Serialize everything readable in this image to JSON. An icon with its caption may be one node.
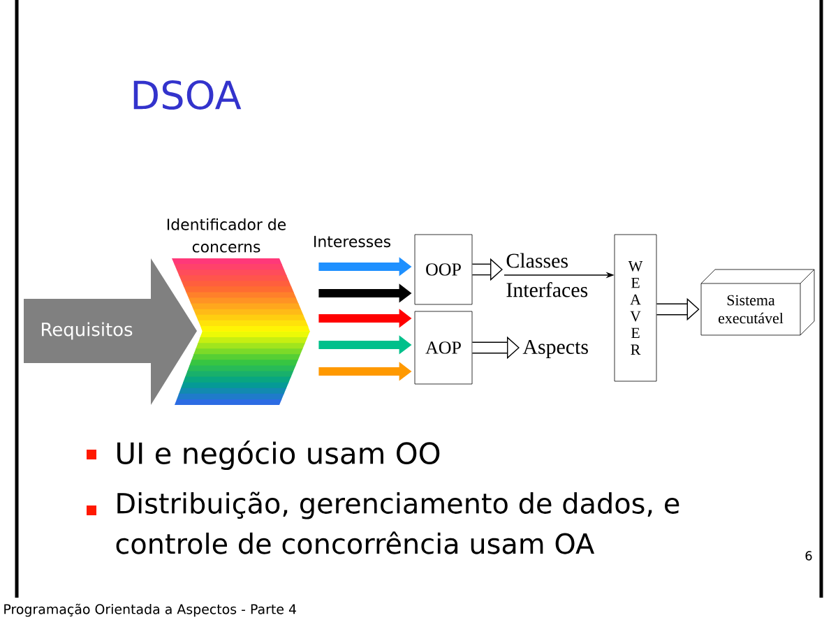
{
  "diagram": {
    "title": "DSOA",
    "nodes": [
      {
        "text": [
          "Requisitos"
        ]
      },
      {
        "text": [
          "Identificador de concerns"
        ]
      },
      {
        "text": [
          "OOP"
        ]
      },
      {
        "text": [
          "AOP"
        ]
      },
      {
        "text": [
          "W E A V E R"
        ]
      },
      {
        "text": [
          "Sistema executável"
        ]
      },
      {
        "text": [
          "Classes",
          "Interfaces"
        ]
      },
      {
        "text": [
          "Aspects"
        ]
      }
    ],
    "edges": [
      {
        "from": 1,
        "to": 2,
        "arrow": "to",
        "color": "#1e90ff"
      },
      {
        "from": 1,
        "to": 2,
        "arrow": "to"
      },
      {
        "from": 1,
        "to": 3,
        "arrow": "to",
        "color": "#ff0000"
      },
      {
        "from": 1,
        "to": 3,
        "arrow": "to",
        "color": "#00c08b"
      },
      {
        "from": 1,
        "to": 3,
        "arrow": "to",
        "color": "#ff9900"
      },
      {
        "from": 2,
        "to": 6,
        "arrow": "to"
      },
      {
        "from": 3,
        "to": 7,
        "arrow": "to"
      },
      {
        "from": 6,
        "to": 4,
        "arrow": "to"
      },
      {
        "from": 4,
        "to": 5,
        "arrow": "to"
      }
    ],
    "labels": [
      "Interesses",
      "UI e negócio usam OO",
      "Distribuição, gerenciamento de dados, e controle de concorrência usam OA",
      "Programação Orientada a Aspectos - Parte 4",
      "6"
    ]
  }
}
